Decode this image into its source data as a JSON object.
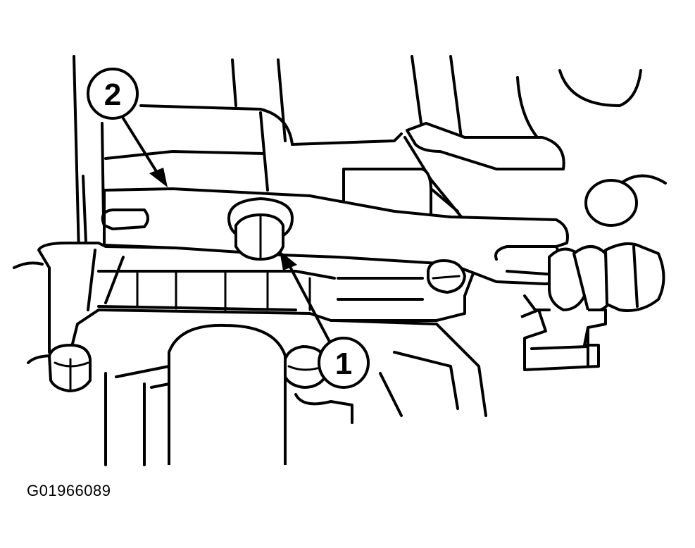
{
  "callouts": [
    {
      "id": "1",
      "label": "1",
      "target": "bolt"
    },
    {
      "id": "2",
      "label": "2",
      "target": "release-fork"
    }
  ],
  "figure_id": "G01966089",
  "colors": {
    "ink": "#000000",
    "paper": "#ffffff"
  }
}
